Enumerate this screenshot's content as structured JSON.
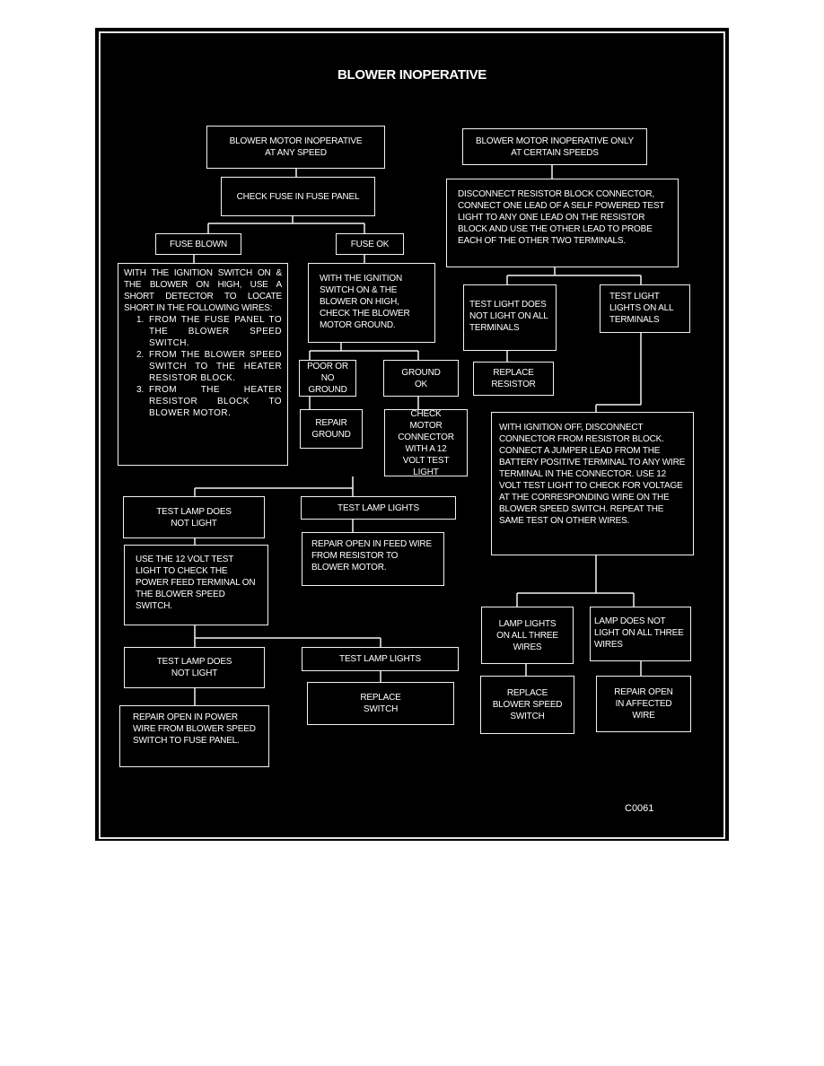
{
  "title": "BLOWER INOPERATIVE",
  "figure_code": "C0061",
  "nodes": {
    "start_any": "BLOWER MOTOR INOPERATIVE AT ANY SPEED",
    "start_certain": "BLOWER MOTOR INOPERATIVE ONLY AT CERTAIN SPEEDS",
    "check_fuse": "CHECK FUSE IN FUSE PANEL",
    "fuse_blown": "FUSE BLOWN",
    "fuse_ok": "FUSE OK",
    "short_detector_intro": "WITH THE IGNITION SWITCH ON & THE BLOWER ON HIGH, USE A SHORT DETECTOR TO LOCATE SHORT IN THE FOLLOWING WIRES:",
    "short_steps": [
      {
        "num": "1.",
        "text": "FROM THE FUSE PANEL TO THE BLOWER SPEED SWITCH."
      },
      {
        "num": "2.",
        "text": "FROM THE BLOWER SPEED SWITCH TO THE HEATER RESISTOR BLOCK."
      },
      {
        "num": "3.",
        "text": "FROM THE HEATER RESISTOR BLOCK TO BLOWER MOTOR."
      }
    ],
    "check_ground": "WITH THE IGNITION SWITCH ON & THE BLOWER ON HIGH, CHECK THE BLOWER MOTOR GROUND.",
    "poor_ground": "POOR OR NO GROUND",
    "ground_ok": "GROUND OK",
    "repair_ground": "REPAIR GROUND",
    "check_motor_connector": "CHECK MOTOR CONNECTOR WITH A 12 VOLT TEST LIGHT",
    "lamp_not_light_1": "TEST LAMP DOES NOT LIGHT",
    "lamp_lights_1": "TEST LAMP LIGHTS",
    "repair_feed_wire": "REPAIR OPEN IN FEED WIRE FROM RESISTOR TO BLOWER MOTOR.",
    "check_power_feed": "USE THE 12 VOLT TEST LIGHT TO CHECK THE POWER FEED TERMINAL ON THE BLOWER SPEED SWITCH.",
    "lamp_not_light_2": "TEST LAMP DOES NOT LIGHT",
    "lamp_lights_2": "TEST LAMP LIGHTS",
    "repair_power_wire": "REPAIR OPEN IN POWER WIRE FROM BLOWER SPEED SWITCH TO FUSE PANEL.",
    "replace_switch": "REPLACE SWITCH",
    "disconnect_resistor": "DISCONNECT RESISTOR BLOCK CONNECTOR, CONNECT ONE LEAD OF A SELF POWERED TEST LIGHT TO ANY ONE LEAD ON THE RESISTOR BLOCK AND USE THE OTHER LEAD TO PROBE EACH OF THE OTHER TWO TERMINALS.",
    "light_not_all": "TEST LIGHT DOES NOT LIGHT ON ALL TERMINALS",
    "light_all": "TEST LIGHT LIGHTS ON ALL TERMINALS",
    "replace_resistor": "REPLACE RESISTOR",
    "jumper_test": "WITH IGNITION OFF, DISCONNECT CONNECTOR FROM RESISTOR BLOCK. CONNECT A JUMPER LEAD FROM THE BATTERY POSITIVE TERMINAL TO ANY WIRE TERMINAL IN THE CONNECTOR. USE 12 VOLT TEST LIGHT TO CHECK FOR VOLTAGE AT THE CORRESPONDING WIRE ON THE BLOWER SPEED SWITCH. REPEAT THE SAME TEST ON OTHER WIRES.",
    "lamp_all_three": "LAMP LIGHTS ON ALL THREE WIRES",
    "lamp_not_all_three": "LAMP DOES NOT LIGHT ON ALL THREE WIRES",
    "replace_speed_switch": "REPLACE BLOWER SPEED SWITCH",
    "repair_affected_wire": "REPAIR OPEN IN AFFECTED WIRE"
  }
}
